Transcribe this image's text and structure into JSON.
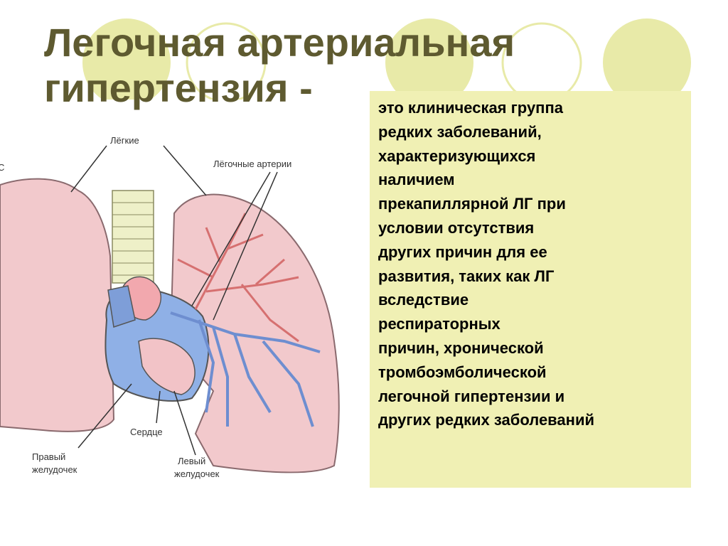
{
  "slide": {
    "title_line1": "Легочная артериальная",
    "title_line2": "гипертензия -",
    "definition": "это клиническая группа\nредких   заболеваний,\nхарактеризующихся\nналичием\nпрекапиллярной ЛГ при\nусловии отсутствия\nдругих причин для ее\nразвития, таких как ЛГ\nвследствие\nреспираторных\nпричин, хронической\nтромбоэмболической\nлегочной гипертензии и\nдругих редких заболеваний"
  },
  "diagram_labels": {
    "lungs": "Лёгкие",
    "pulmonary_arteries": "Лёгочные артерии",
    "heart": "Сердце",
    "right_ventricle_1": "Правый",
    "right_ventricle_2": "желудочек",
    "left_ventricle_1": "Левый",
    "left_ventricle_2": "желудочек",
    "cropped_letter": "С"
  },
  "colors": {
    "title": "#5e5a30",
    "text_box": "#f0f0b4",
    "circles": "#e8eaa8",
    "lung": "#f2c9cc",
    "artery_red": "#e08080",
    "artery_blue": "#7e9ed8"
  }
}
